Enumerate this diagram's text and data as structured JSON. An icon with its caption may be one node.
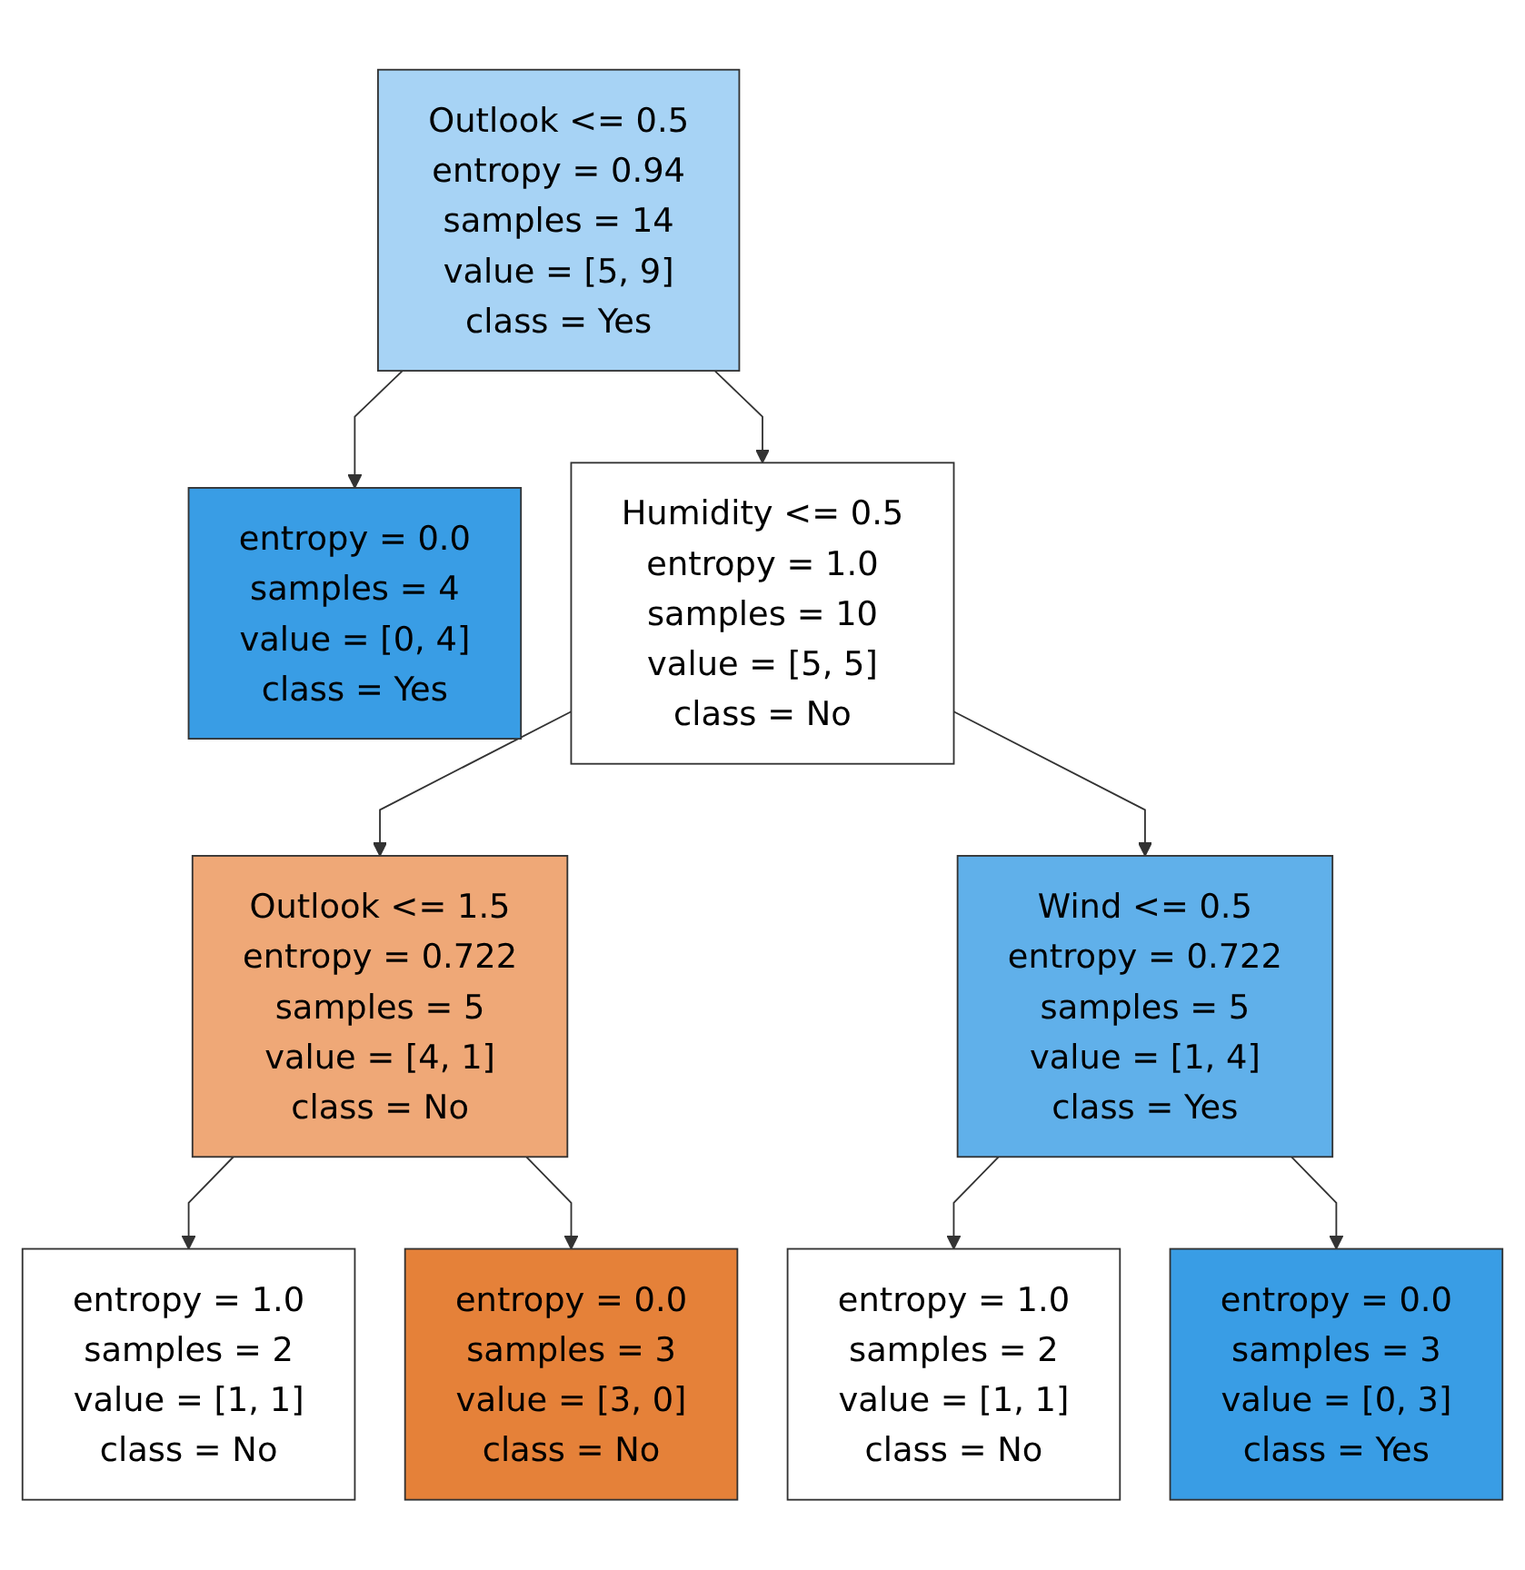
{
  "diagram": {
    "nodes": [
      {
        "text": [
          "Outlook <= 0.5",
          "entropy = 0.94",
          "samples = 14",
          "value = [5, 9]",
          "class = Yes"
        ]
      },
      {
        "text": [
          "entropy = 0.0",
          "samples = 4",
          "value = [0, 4]",
          "class = Yes"
        ]
      },
      {
        "text": [
          "Humidity <= 0.5",
          "entropy = 1.0",
          "samples = 10",
          "value = [5, 5]",
          "class = No"
        ]
      },
      {
        "text": [
          "Outlook <= 1.5",
          "entropy = 0.722",
          "samples = 5",
          "value = [4, 1]",
          "class = No"
        ]
      },
      {
        "text": [
          "Wind <= 0.5",
          "entropy = 0.722",
          "samples = 5",
          "value = [1, 4]",
          "class = Yes"
        ]
      },
      {
        "text": [
          "entropy = 1.0",
          "samples = 2",
          "value = [1, 1]",
          "class = No"
        ]
      },
      {
        "text": [
          "entropy = 0.0",
          "samples = 3",
          "value = [3, 0]",
          "class = No"
        ]
      },
      {
        "text": [
          "entropy = 1.0",
          "samples = 2",
          "value = [1, 1]",
          "class = No"
        ]
      },
      {
        "text": [
          "entropy = 0.0",
          "samples = 3",
          "value = [0, 3]",
          "class = Yes"
        ]
      }
    ],
    "edges": [
      {
        "from": 0,
        "to": 1,
        "arrow": "to"
      },
      {
        "from": 0,
        "to": 2,
        "arrow": "to"
      },
      {
        "from": 2,
        "to": 3,
        "arrow": "to"
      },
      {
        "from": 2,
        "to": 4,
        "arrow": "to"
      },
      {
        "from": 3,
        "to": 5,
        "arrow": "to"
      },
      {
        "from": 3,
        "to": 6,
        "arrow": "to"
      },
      {
        "from": 4,
        "to": 7,
        "arrow": "to"
      },
      {
        "from": 4,
        "to": 8,
        "arrow": "to"
      }
    ]
  }
}
